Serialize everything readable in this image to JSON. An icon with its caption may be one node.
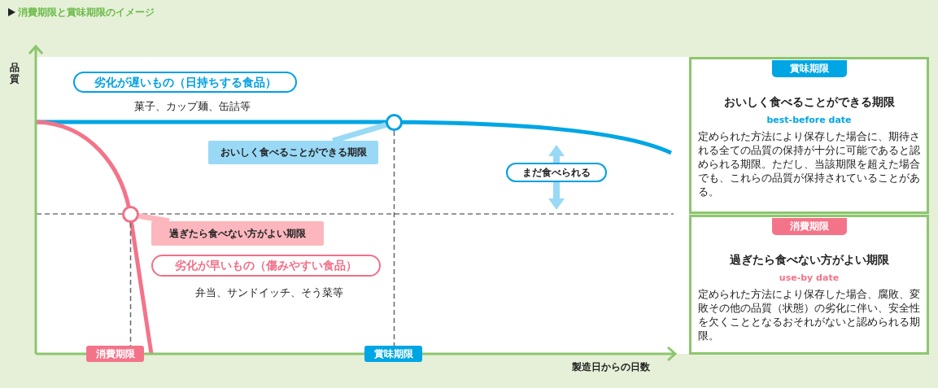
{
  "diagram": {
    "title": "消費期限と賞味期限のイメージ",
    "nodes": [
      {
        "text": [
          "劣化が遅いもの（日持ちする食品）"
        ],
        "beside": [
          "菓子、カップ麺、缶詰等"
        ]
      },
      {
        "text": [
          "おいしく食べることができる期限"
        ]
      },
      {
        "text": [],
        "shape": "circle"
      },
      {
        "text": [
          "まだ食べられる"
        ]
      },
      {
        "text": [
          "過ぎたら食べない方がよい期限"
        ]
      },
      {
        "text": [],
        "shape": "circle"
      },
      {
        "text": [
          "劣化が早いもの（傷みやすい食品）"
        ],
        "beside": [
          "弁当、サンドイッチ、そう菜等"
        ]
      },
      {
        "text": [
          "消費期限"
        ]
      },
      {
        "text": [
          "賞味期限"
        ]
      },
      {
        "text": [
          "賞味期限",
          "おいしく食べることができる期限",
          "best-before date",
          "定められた方法により保存した場合に、期待される全ての品質の保持が十分に可能であると認められる期限。ただし、当該期限を超えた場合でも、これらの品質が保持されていることがある。"
        ]
      },
      {
        "text": [
          "消費期限",
          "過ぎたら食べない方がよい期限",
          "use-by date",
          "定められた方法により保存した場合、腐敗、変敗その他の品質（状態）の劣化に伴い、安全性を欠くこととなるおそれがないと認められる期限。"
        ]
      }
    ],
    "edges": [
      {
        "from": 1,
        "to": 2,
        "arrow": "none",
        "color": "#99d9f6",
        "style": "thick"
      },
      {
        "from": 4,
        "to": 5,
        "arrow": "none",
        "color": "#fbb7bd",
        "style": "thick"
      },
      {
        "from": 2,
        "to": 8,
        "arrow": "none",
        "style": "dashed"
      },
      {
        "from": 5,
        "to": 7,
        "arrow": "none",
        "style": "dashed"
      }
    ],
    "labels": [
      "品質",
      "製造日からの日数"
    ]
  }
}
